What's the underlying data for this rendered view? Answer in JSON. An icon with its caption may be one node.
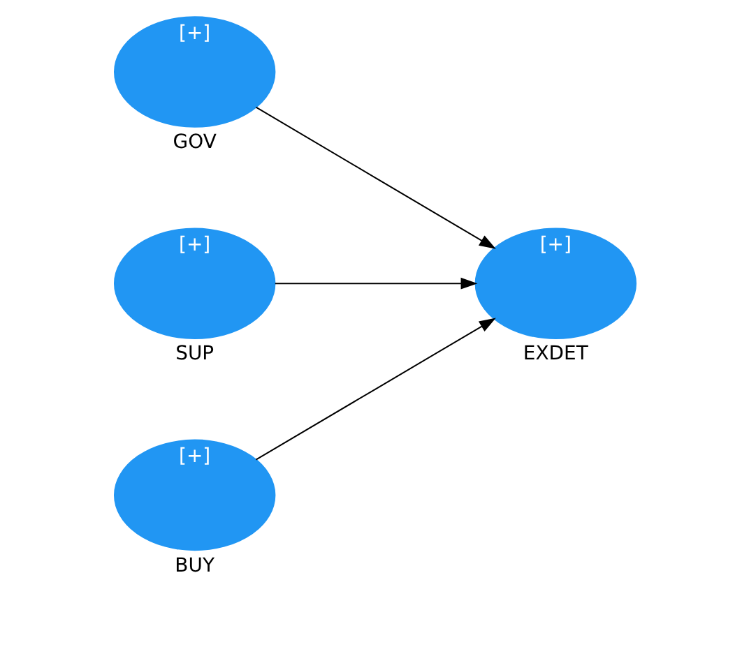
{
  "diagram": {
    "nodes": [
      {
        "text": [
          "[+]"
        ],
        "beside": [
          "GOV"
        ]
      },
      {
        "text": [
          "[+]"
        ],
        "beside": [
          "SUP"
        ]
      },
      {
        "text": [
          "[+]"
        ],
        "beside": [
          "BUY"
        ]
      },
      {
        "text": [
          "[+]"
        ],
        "beside": [
          "EXDET"
        ]
      }
    ],
    "edges": [
      {
        "from": 0,
        "to": 3,
        "arrow": "to"
      },
      {
        "from": 1,
        "to": 3,
        "arrow": "to"
      },
      {
        "from": 2,
        "to": 3,
        "arrow": "to"
      }
    ]
  }
}
